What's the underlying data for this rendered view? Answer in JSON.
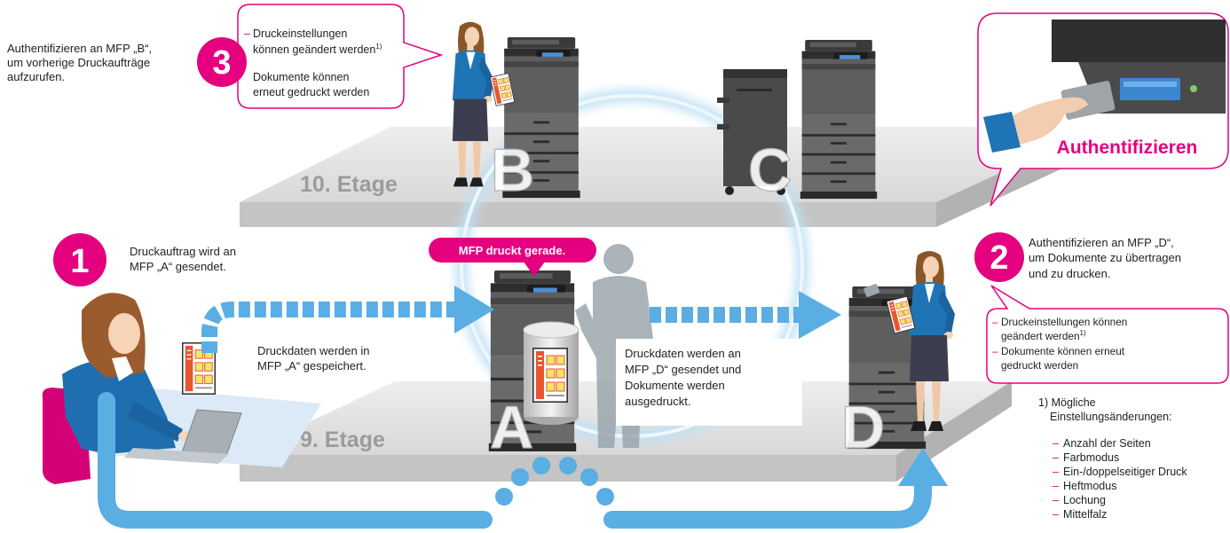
{
  "colors": {
    "accent": "#e4007f",
    "arrow": "#5aaee3",
    "text": "#222222",
    "floor_label": "#9b9b9b"
  },
  "step3": {
    "number": "3",
    "intro": [
      "Authentifizieren an MFP „B“,",
      "um vorherige Druckaufträge",
      "aufzurufen."
    ],
    "callout": {
      "dash": "–",
      "item1_line1": "Druckeinstellungen",
      "item1_line2": "können geändert werden",
      "footnote_ref": "1)",
      "item2_line1": "Dokumente können",
      "item2_line2": "erneut gedruckt werden"
    }
  },
  "floors": {
    "upper": "10. Etage",
    "lower": "9. Etage"
  },
  "mfp_labels": {
    "a": "A",
    "b": "B",
    "c": "C",
    "d": "D"
  },
  "auth_callout": {
    "label": "Authentifizieren"
  },
  "step1": {
    "number": "1",
    "lines": [
      "Druckauftrag wird an",
      "MFP „A“ gesendet."
    ]
  },
  "status_badge": "MFP druckt gerade.",
  "stored_note": [
    "Druckdaten werden in",
    "MFP „A“ gespeichert."
  ],
  "transfer_note": [
    "Druckdaten werden an",
    "MFP „D“ gesendet und",
    "Dokumente werden",
    "ausgedruckt."
  ],
  "step2": {
    "number": "2",
    "lines": [
      "Authentifizieren an MFP „D“,",
      "um Dokumente zu übertragen",
      "und zu drucken."
    ],
    "callout": {
      "dash": "–",
      "item1_line1": "Druckeinstellungen können",
      "item1_line2": "geändert werden",
      "footnote_ref": "1)",
      "item2_line1": "Dokumente können erneut",
      "item2_line2": "gedruckt werden"
    }
  },
  "footnote": {
    "title_line1": "1) Mögliche",
    "title_line2": "Einstellungsänderungen:",
    "dash": "–",
    "items": [
      "Anzahl der Seiten",
      "Farbmodus",
      "Ein-/doppelseitiger Druck",
      "Heftmodus",
      "Lochung",
      "Mittelfalz"
    ]
  }
}
